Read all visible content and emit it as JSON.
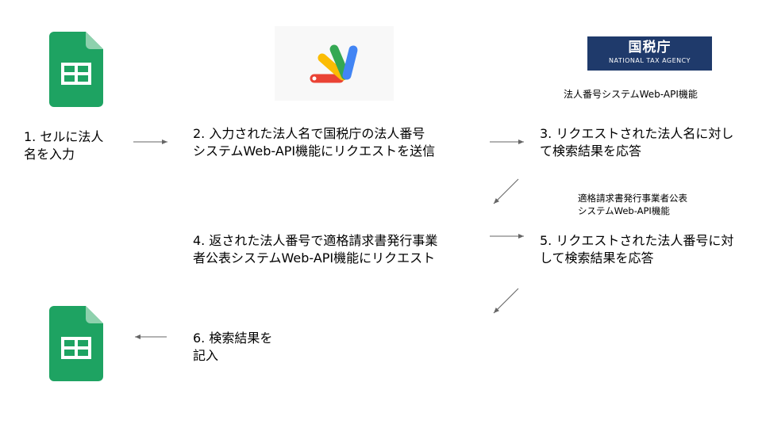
{
  "steps": {
    "s1": "1. セルに法人\n名を入力",
    "s2": "2. 入力された法人名で国税庁の法人番号\nシステムWeb-API機能にリクエストを送信",
    "s3": "3. リクエストされた法人名に対し\nて検索結果を応答",
    "s4": "4. 返された法人番号で適格請求書発行事業\n者公表システムWeb-API機能にリクエスト",
    "s5": "5. リクエストされた法人番号に対\nして検索結果を応答",
    "s6": "6. 検索結果を\n記入"
  },
  "labels": {
    "corporate_api": "法人番号システムWeb-API機能",
    "invoice_api": "適格請求書発行事業者公表\nシステムWeb-API機能"
  },
  "nta_logo": {
    "jp": "国税庁",
    "en": "NATIONAL TAX AGENCY"
  },
  "icons": {
    "sheets": "google-sheets-icon",
    "apps_script": "google-apps-script-icon",
    "nta": "nta-logo"
  },
  "colors": {
    "sheets_green": "#1ea362",
    "sheets_fold": "#8ed1ad",
    "nta_navy": "#1f3a6b",
    "arrow": "#666666"
  }
}
